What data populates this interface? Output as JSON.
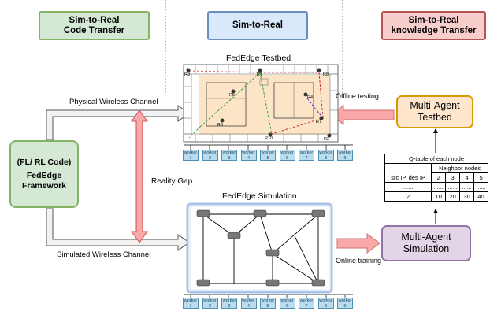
{
  "headers": {
    "code_transfer": "Sim-to-Real\nCode Transfer",
    "sim_to_real": "Sim-to-Real",
    "knowledge_transfer": "Sim-to-Real\nknowledge Transfer"
  },
  "colors": {
    "green_border": "#82b366",
    "green_fill": "#d5e8d4",
    "blue_border": "#6c8ebf",
    "blue_fill": "#dae8fc",
    "red_border": "#b85450",
    "red_fill": "#f8cecc",
    "orange_border": "#d79b00",
    "orange_fill": "#ffe6cc",
    "purple_border": "#9673a6",
    "purple_fill": "#e1d5e7",
    "pink_arrow": "#f8a8a8",
    "red_arrow": "#e06060"
  },
  "framework": {
    "code": "(FL/ RL Code)",
    "name": "FedEdge\nFramework"
  },
  "testbed": {
    "title": "FedEdge Testbed",
    "routers": [
      "R3",
      "R1",
      "R8",
      "R5",
      "R4",
      "R6",
      "R7",
      "R10",
      "R2"
    ]
  },
  "simulation": {
    "title": "FedEdge Simulation"
  },
  "channels": {
    "physical": "Physical Wireless Channel",
    "simulated": "Simulated Wireless Channel"
  },
  "reality_gap": "Reality Gap",
  "workers_top": [
    {
      "label": "worker",
      "num": "1"
    },
    {
      "label": "worker",
      "num": "2"
    },
    {
      "label": "worker",
      "num": "3"
    },
    {
      "label": "worker",
      "num": "4"
    },
    {
      "label": "worker",
      "num": "5"
    },
    {
      "label": "worker",
      "num": "6"
    },
    {
      "label": "worker",
      "num": "7"
    },
    {
      "label": "worker",
      "num": "8"
    },
    {
      "label": "worker",
      "num": "9"
    }
  ],
  "workers_bottom": [
    {
      "label": "worker",
      "num": "1"
    },
    {
      "label": "worker",
      "num": "2"
    },
    {
      "label": "worker",
      "num": "3"
    },
    {
      "label": "worker",
      "num": "4"
    },
    {
      "label": "worker",
      "num": "5"
    },
    {
      "label": "worker",
      "num": "6"
    },
    {
      "label": "worker",
      "num": "7"
    },
    {
      "label": "worker",
      "num": "8"
    },
    {
      "label": "worker",
      "num": "9"
    }
  ],
  "offline_testing": "Offline testing",
  "online_training": "Online training",
  "ma_testbed": "Multi-Agent\nTestbed",
  "ma_simulation": "Multi-Agent\nSimulation",
  "qtable": {
    "title": "Q-table of each node",
    "neighbor": "Neighbor nodes",
    "row_header": "src IP, des IP",
    "cols": [
      "2",
      "3",
      "4",
      "5"
    ],
    "dots": "......",
    "row2_label": "2",
    "row2": [
      "10",
      "20",
      "30",
      "40"
    ]
  }
}
